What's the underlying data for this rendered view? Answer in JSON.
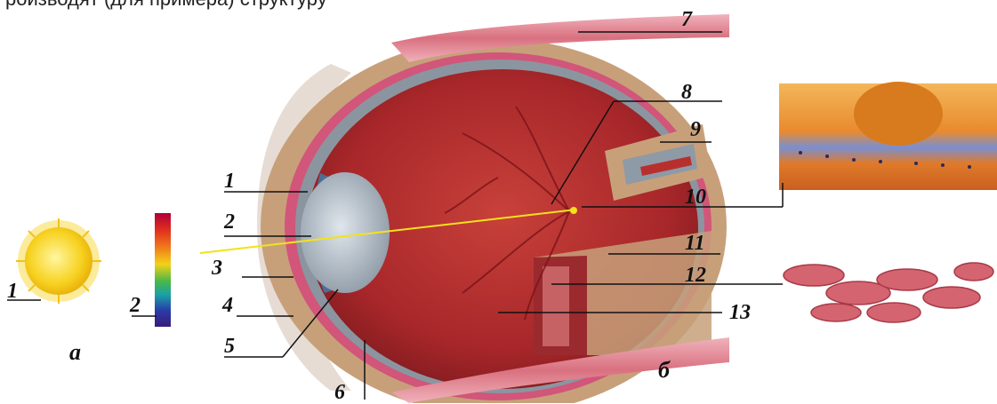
{
  "header_fragment": "роизводят (для примера) структуру",
  "left_panel": {
    "sun_label": "1",
    "spectrum_label": "2",
    "caption": "a",
    "spectrum_colors": [
      "#b0003a",
      "#e0301e",
      "#f07a1a",
      "#f2d21a",
      "#4ab848",
      "#1aa0a8",
      "#2a3aa8",
      "#3a1a7a"
    ]
  },
  "eye_labels": [
    "1",
    "2",
    "3",
    "4",
    "5",
    "6",
    "7",
    "8",
    "9",
    "10",
    "11",
    "12",
    "13"
  ],
  "eye_caption": "б",
  "colors": {
    "sclera": "#c7a07a",
    "vitreous": "#b8302e",
    "lens": "#b9c3cc",
    "muscle": "#e59aa6",
    "cornea": "#e9e2dd",
    "ray": "#f2e21c"
  }
}
